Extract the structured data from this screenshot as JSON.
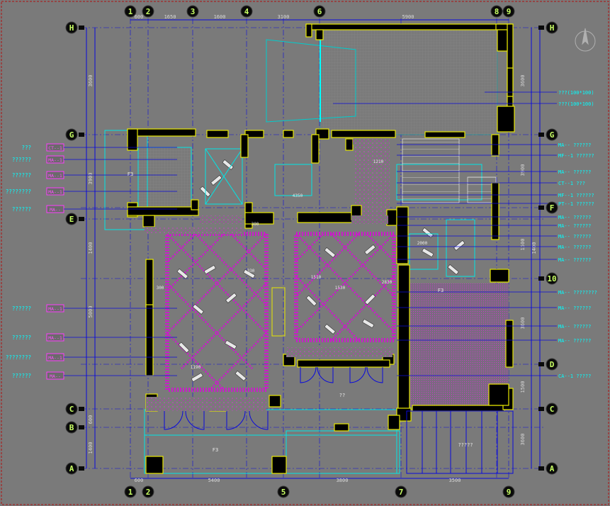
{
  "colors": {
    "background": "#7a7a7a",
    "grid": "#0a0adc",
    "wall": "#000000",
    "wallOutline": "#e8e800",
    "hatch": "#c81ec8",
    "cyan": "#00e6e6",
    "bubbleFill": "#0a0a0a",
    "bubbleText": "#c8ff64",
    "labelText": "#00ffff",
    "tagText": "#ff50ff"
  },
  "axes": {
    "top": [
      {
        "id": "1",
        "label": "1"
      },
      {
        "id": "2",
        "label": "2"
      },
      {
        "id": "3",
        "label": "3"
      },
      {
        "id": "4",
        "label": "4"
      },
      {
        "id": "6",
        "label": "6"
      },
      {
        "id": "8",
        "label": "8"
      },
      {
        "id": "9",
        "label": "9"
      }
    ],
    "bottom": [
      {
        "id": "1",
        "label": "1"
      },
      {
        "id": "2",
        "label": "2"
      },
      {
        "id": "5",
        "label": "5"
      },
      {
        "id": "7",
        "label": "7"
      },
      {
        "id": "9",
        "label": "9"
      }
    ],
    "left": [
      {
        "id": "H",
        "label": "H"
      },
      {
        "id": "G",
        "label": "G"
      },
      {
        "id": "E",
        "label": "E"
      },
      {
        "id": "C",
        "label": "C"
      },
      {
        "id": "B",
        "label": "B"
      },
      {
        "id": "A",
        "label": "A"
      }
    ],
    "right": [
      {
        "id": "H",
        "label": "H"
      },
      {
        "id": "G",
        "label": "G"
      },
      {
        "id": "F",
        "label": "F"
      },
      {
        "id": "10",
        "label": "10"
      },
      {
        "id": "D",
        "label": "D"
      },
      {
        "id": "C",
        "label": "C"
      },
      {
        "id": "A",
        "label": "A"
      }
    ]
  },
  "dims": {
    "top": [
      "600",
      "1650",
      "1600",
      "3100",
      "5900"
    ],
    "bottom": [
      "600",
      "5400",
      "3800",
      "3500"
    ],
    "left": [
      "3600",
      "3900",
      "1400",
      "5000",
      "600",
      "1400"
    ],
    "right": [
      "3600",
      "3900",
      "1500",
      "1400",
      "3600",
      "1500",
      "3600"
    ]
  },
  "left_labels": [
    {
      "text": "???",
      "tag": "CT--1"
    },
    {
      "text": "??????",
      "tag": "MA--1"
    },
    {
      "text": "??????",
      "tag": "MA--1"
    },
    {
      "text": "????????",
      "tag": "MA--1"
    },
    {
      "text": "??????",
      "tag": "MA--"
    },
    {
      "text": "??????",
      "tag": "MA--1"
    },
    {
      "text": "??????",
      "tag": "MA--1"
    },
    {
      "text": "????????",
      "tag": "MA--1"
    },
    {
      "text": "??????",
      "tag": "MA--"
    }
  ],
  "right_labels": [
    {
      "tag": "MA--",
      "text": "??????"
    },
    {
      "tag": "MF--1",
      "text": "??????"
    },
    {
      "tag": "MA--",
      "text": "??????"
    },
    {
      "tag": "CT--1",
      "text": "???"
    },
    {
      "tag": "MF--1",
      "text": "??????"
    },
    {
      "tag": "PT--1",
      "text": "??????"
    },
    {
      "tag": "MA--",
      "text": "??????"
    },
    {
      "tag": "MA--",
      "text": "??????"
    },
    {
      "tag": "MA--",
      "text": "??????"
    },
    {
      "tag": "MA--",
      "text": "??????"
    },
    {
      "tag": "MA--",
      "text": "??????"
    },
    {
      "tag": "MA--",
      "text": "????????"
    },
    {
      "tag": "MA--",
      "text": "??????"
    },
    {
      "tag": "MA--",
      "text": "??????"
    },
    {
      "tag": "MA--",
      "text": "??????"
    },
    {
      "tag": "CA--1",
      "text": "?????"
    }
  ],
  "top_notes": [
    "???(100*100)",
    "???(100*100)"
  ],
  "room_labels": [
    "F3",
    "F3",
    "F3",
    "??",
    "?????"
  ],
  "inner_dims": [
    "300",
    "300",
    "1210",
    "2000",
    "1510",
    "1190",
    "1530",
    "2830",
    "330",
    "4350"
  ]
}
